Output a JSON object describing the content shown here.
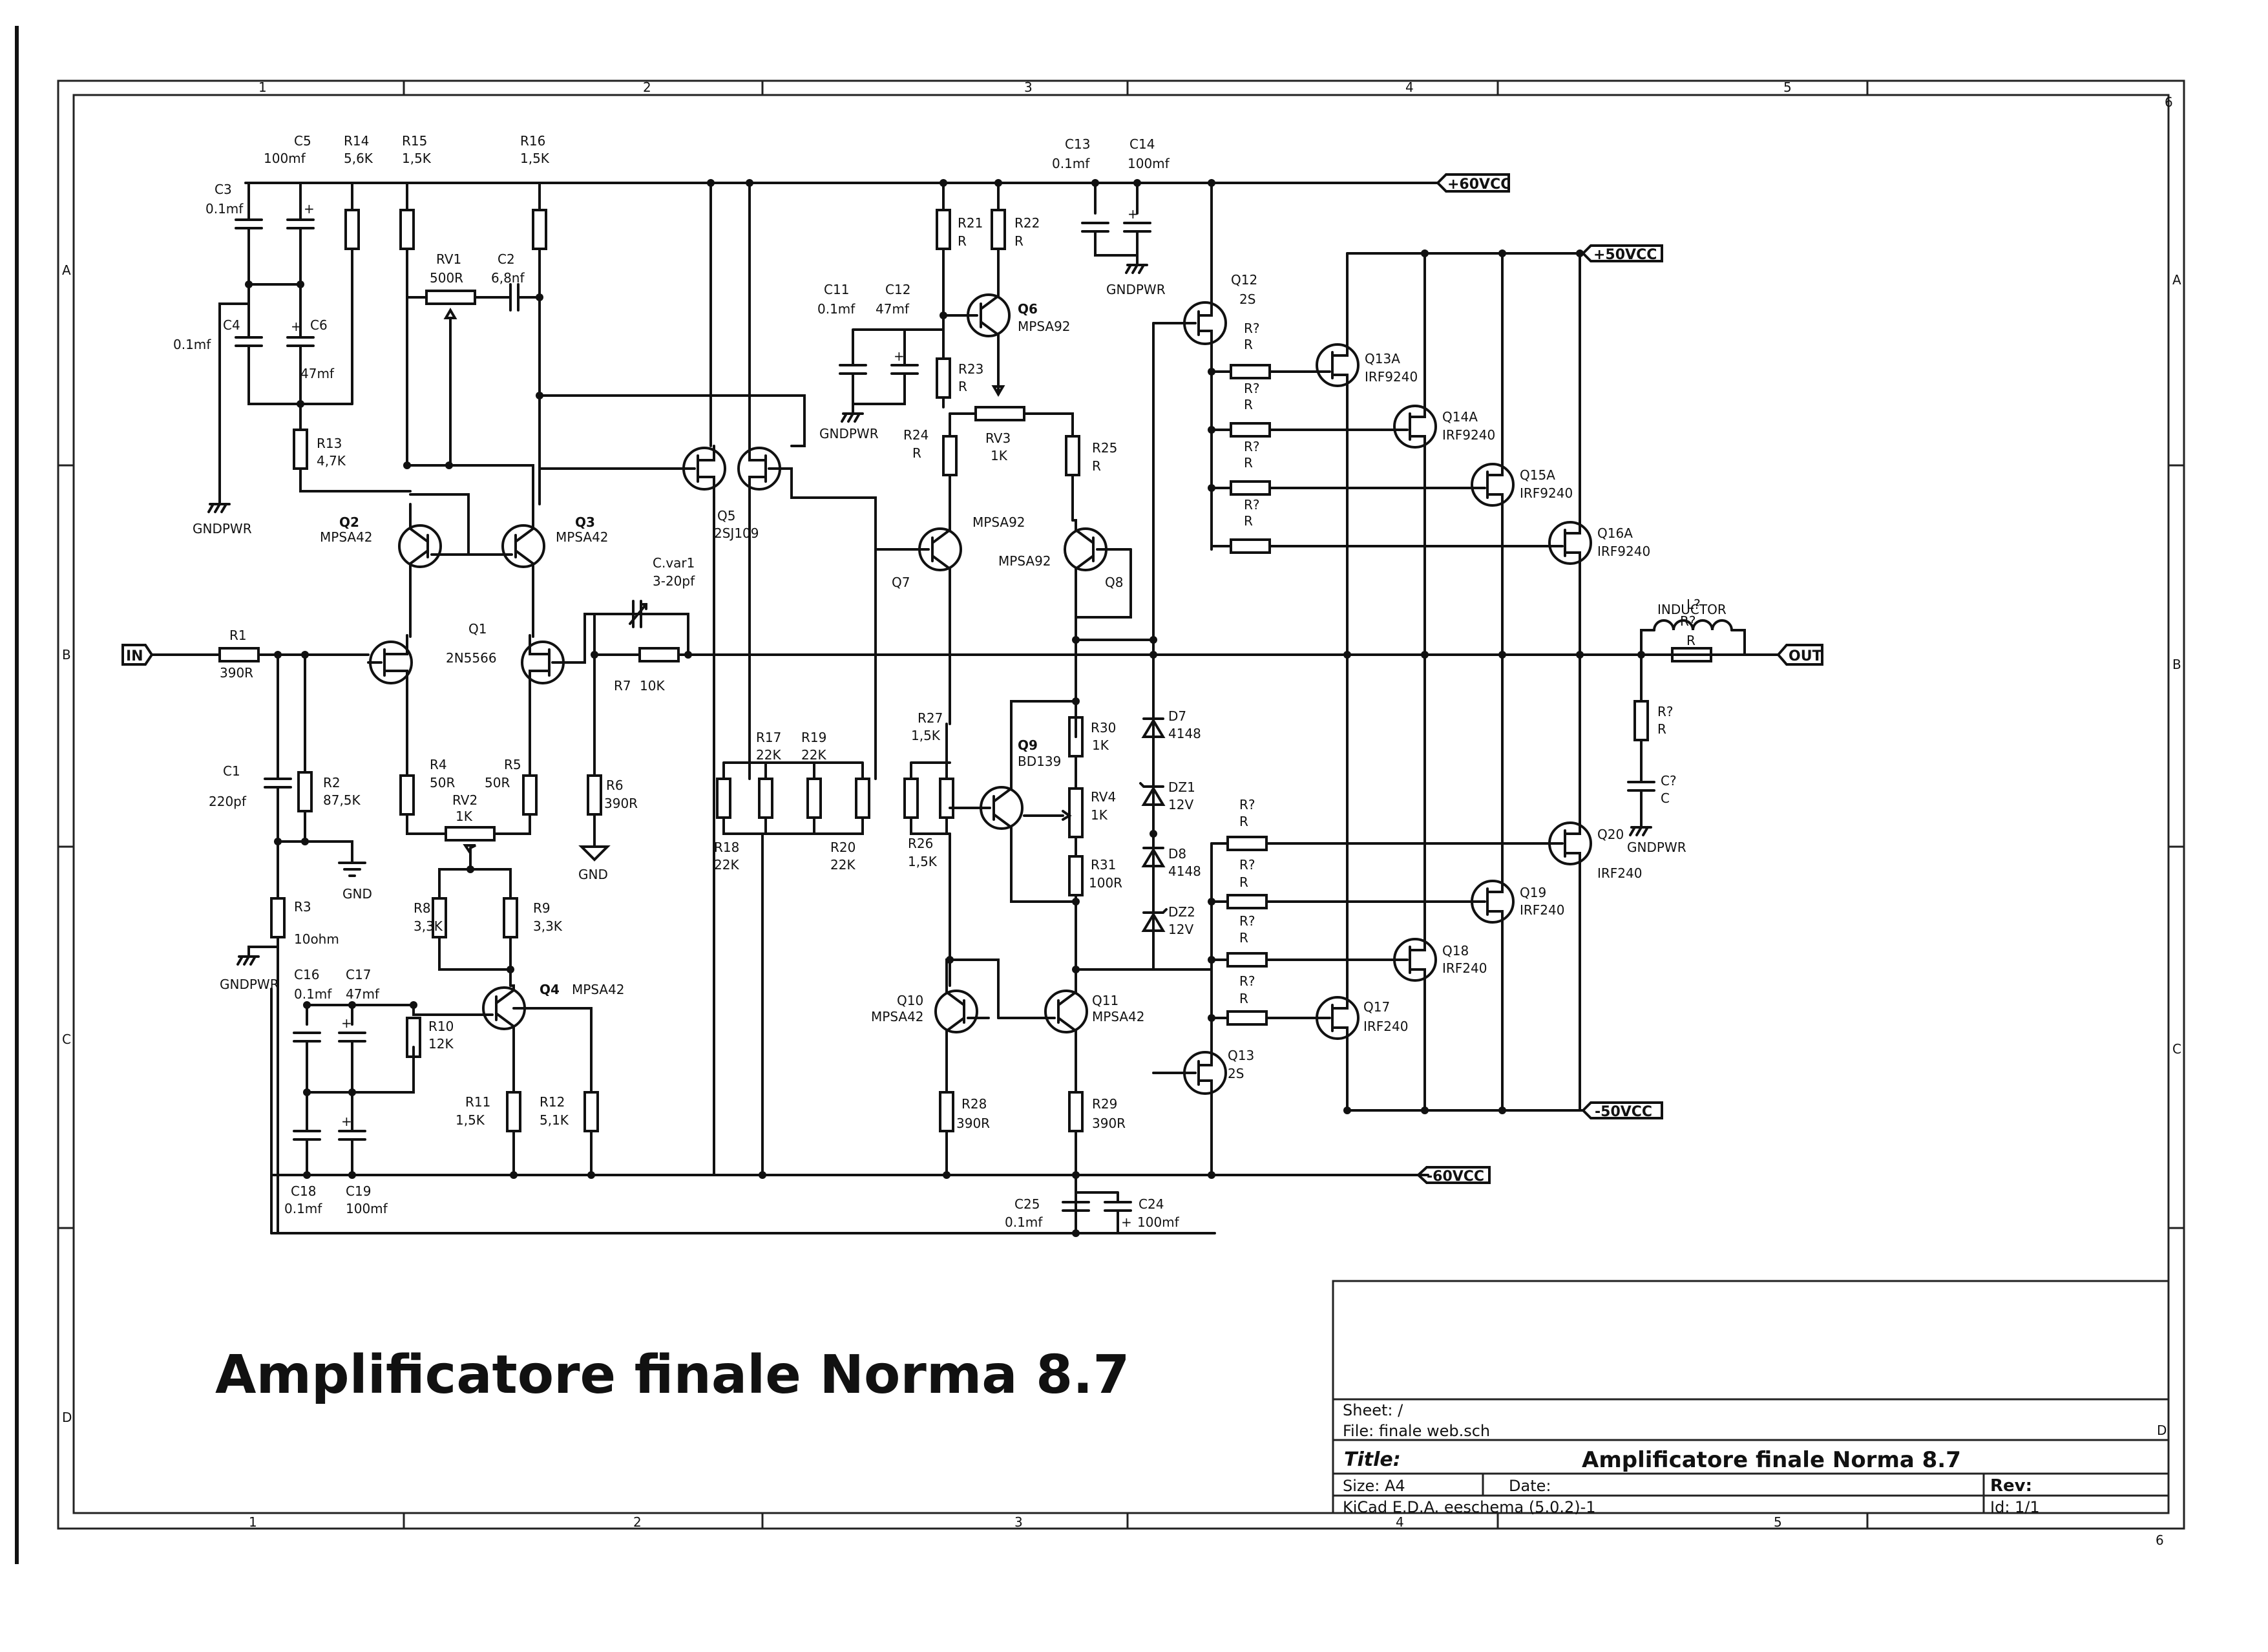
{
  "title_big": "Amplificatore finale Norma 8.7",
  "title_block": {
    "sheet": "Sheet: /",
    "file": "File: finale web.sch",
    "title_label": "Title:",
    "title_value": "Amplificatore finale Norma 8.7",
    "size": "Size: A4",
    "date": "Date:",
    "rev": "Rev:",
    "kicad": "KiCad E.D.A.  eeschema (5.0.2)-1",
    "id": "Id: 1/1"
  },
  "frame": {
    "cols": [
      "1",
      "2",
      "3",
      "4",
      "5",
      "6"
    ],
    "rows": [
      "A",
      "B",
      "C",
      "D"
    ]
  },
  "ports": {
    "in": "IN",
    "out": "OUT",
    "p60": "+60VCC",
    "p50": "+50VCC",
    "m50": "-50VCC",
    "m60": "-60VCC"
  },
  "labels": {
    "C5": "C5",
    "C5v": "100mf",
    "R14": "R14",
    "R14v": "5,6K",
    "R15": "R15",
    "R15v": "1,5K",
    "R16": "R16",
    "R16v": "1,5K",
    "C3": "C3",
    "C3v": "0.1mf",
    "C4": "C4",
    "C4v": "0.1mf",
    "C6": "C6",
    "C6v": "47mf",
    "RV1": "RV1",
    "RV1v": "500R",
    "C2": "C2",
    "C2v": "6,8nf",
    "R13": "R13",
    "R13v": "4,7K",
    "GNDPWR": "GNDPWR",
    "GND": "GND",
    "Q2": "Q2",
    "Q2v": "MPSA42",
    "Q3": "Q3",
    "Q3v": "MPSA42",
    "Q1": "Q1",
    "Q1v": "2N5566",
    "R1": "R1",
    "R1v": "390R",
    "C1": "C1",
    "C1v": "220pf",
    "R2": "R2",
    "R2v": "87,5K",
    "R3": "R3",
    "R3v": "10ohm",
    "R4": "R4",
    "R4v": "50R",
    "R5": "R5",
    "R5v": "50R",
    "RV2": "RV2",
    "RV2v": "1K",
    "R8": "R8",
    "R8v": "3,3K",
    "R9": "R9",
    "R9v": "3,3K",
    "C16": "C16",
    "C16v": "0.1mf",
    "C17": "C17",
    "C17v": "47mf",
    "R10": "R10",
    "R10v": "12K",
    "Q4": "Q4",
    "Q4v": "MPSA42",
    "R11": "R11",
    "R11v": "1,5K",
    "R12": "R12",
    "R12v": "5,1K",
    "C18": "C18",
    "C18v": "0.1mf",
    "C19": "C19",
    "C19v": "100mf",
    "Cvar": "C.var1",
    "Cvarv": "3-20pf",
    "R7": "R7",
    "R7v": "10K",
    "R6": "R6",
    "R6v": "390R",
    "Q5": "Q5",
    "Q5v": "2SJ109",
    "R17": "R17",
    "R17v": "22K",
    "R19": "R19",
    "R19v": "22K",
    "R18": "R18",
    "R18v": "22K",
    "R20": "R20",
    "R20v": "22K",
    "C13": "C13",
    "C13v": "0.1mf",
    "C14": "C14",
    "C14v": "100mf",
    "C11": "C11",
    "C11v": "0.1mf",
    "C12": "C12",
    "C12v": "47mf",
    "R21": "R21",
    "R21v": "R",
    "R22": "R22",
    "R22v": "R",
    "R23": "R23",
    "R23v": "R",
    "Q6": "Q6",
    "Q6v": "MPSA92",
    "R24": "R24",
    "R24v": "R",
    "RV3": "RV3",
    "RV3v": "1K",
    "R25": "R25",
    "R25v": "R",
    "Q7": "Q7",
    "Q7v": "MPSA92",
    "Q8": "Q8",
    "Q8v": "MPSA92",
    "R27": "R27",
    "R27v": "1,5K",
    "R26": "R26",
    "R26v": "1,5K",
    "Q9": "Q9",
    "Q9v": "BD139",
    "R30": "R30",
    "R30v": "1K",
    "RV4": "RV4",
    "RV4v": "1K",
    "R31": "R31",
    "R31v": "100R",
    "Q10": "Q10",
    "Q10v": "MPSA42",
    "Q11": "Q11",
    "Q11v": "MPSA42",
    "R28": "R28",
    "R28v": "390R",
    "R29": "R29",
    "R29v": "390R",
    "C25": "C25",
    "C25v": "0.1mf",
    "C24": "C24",
    "C24v": "100mf",
    "D7": "D7",
    "D7v": "4148",
    "DZ1": "DZ1",
    "DZ1v": "12V",
    "D8": "D8",
    "D8v": "4148",
    "DZ2": "DZ2",
    "DZ2v": "12V",
    "Q12": "Q12",
    "Q12v": "2S",
    "Q13": "Q13",
    "Q13v": "2S",
    "Q13A": "Q13A",
    "Q13Av": "IRF9240",
    "Q14A": "Q14A",
    "Q14Av": "IRF9240",
    "Q15A": "Q15A",
    "Q15Av": "IRF9240",
    "Q16A": "Q16A",
    "Q16Av": "IRF9240",
    "Q17": "Q17",
    "Q17v": "IRF240",
    "Q18": "Q18",
    "Q18v": "IRF240",
    "Q19": "Q19",
    "Q19v": "IRF240",
    "Q20": "Q20",
    "Q20v": "IRF240",
    "Rq": "R?",
    "Rqv": "R",
    "L": "L?",
    "Lv": "INDUCTOR",
    "Cq": "C?",
    "Cqv": "C"
  }
}
